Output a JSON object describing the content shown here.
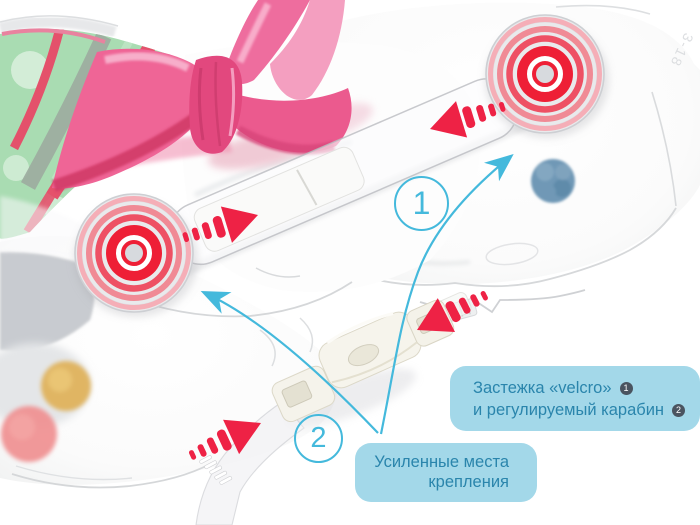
{
  "colors": {
    "annotation_red": "#ee2245",
    "annotation_cyan": "#44b9dc",
    "callout_bg": "#a3d8e9",
    "callout_text": "#2a85ac",
    "badge_bg": "#4a5460",
    "bow_pink": "#ee5f93",
    "fabric_green": "#a9dcb2",
    "target_red": "#ee1f36"
  },
  "callouts": {
    "fastener": {
      "line1": "Застежка «velcro»",
      "line1_badge": "1",
      "line2": "и регулируемый карабин",
      "line2_badge": "2"
    },
    "reinforced": {
      "line1": "Усиленные места",
      "line2": "крепления"
    }
  },
  "markers": {
    "velcro_strap": "1",
    "carabiner": "2"
  },
  "embossed_text": "3-18"
}
